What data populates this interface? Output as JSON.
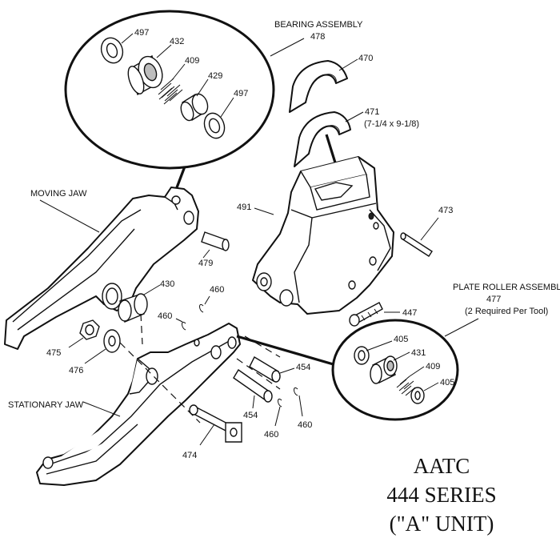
{
  "labels": {
    "bearing_assembly": "BEARING  ASSEMBLY",
    "bearing_assembly_num": "478",
    "moving_jaw": "MOVING JAW",
    "stationary_jaw": "STATIONARY JAW",
    "plate_roller_assembly": "PLATE ROLLER ASSEMBLY",
    "plate_roller_num": "477",
    "plate_roller_note": "(2 Required Per Tool)",
    "part_471_size": "(7-1/4 x 9-1/8)"
  },
  "parts": {
    "p497a": "497",
    "p432": "432",
    "p409a": "409",
    "p429": "429",
    "p497b": "497",
    "p470": "470",
    "p471": "471",
    "p491": "491",
    "p473": "473",
    "p479": "479",
    "p430": "430",
    "p460a": "460",
    "p460b": "460",
    "p460c": "460",
    "p460d": "460",
    "p475": "475",
    "p476": "476",
    "p447": "447",
    "p405a": "405",
    "p431": "431",
    "p409b": "409",
    "p405b": "405",
    "p454a": "454",
    "p454b": "454",
    "p474": "474"
  },
  "title": {
    "line1": "AATC",
    "line2": "444 SERIES",
    "line3": "(\"A\" UNIT)"
  }
}
